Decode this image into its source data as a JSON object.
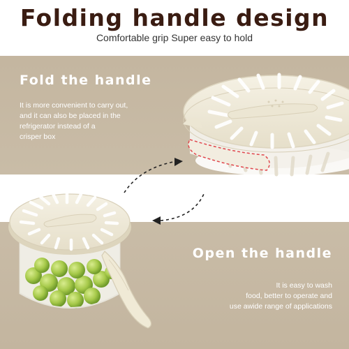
{
  "header": {
    "title": "Folding handle design",
    "subtitle": "Comfortable grip Super easy to hold"
  },
  "fold_section": {
    "heading": "Fold the handle",
    "lines": [
      "It is more convenient to carry out,",
      "and it can also be placed in the",
      "refrigerator instead of a",
      "crisper box"
    ]
  },
  "open_section": {
    "heading": "Open the handle",
    "lines": [
      "It is easy to wash",
      "food, better to operate and",
      "use awide range of applications"
    ]
  },
  "colors": {
    "title": "#3a1c12",
    "band": "#c9bca7",
    "lid": "#efeadb",
    "highlight": "#e0474c"
  },
  "icons": [
    "curved-arrow-icon"
  ]
}
